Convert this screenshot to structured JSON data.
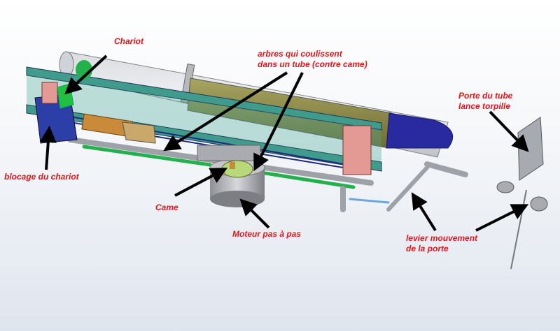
{
  "labels": {
    "chariot": "Chariot",
    "arbres_line1": "arbres qui coulissent",
    "arbres_line2": "dans un tube (contre came)",
    "porte_line1": "Porte du tube",
    "porte_line2": "lance torpille",
    "blocage": "blocage du chariot",
    "came": "Came",
    "moteur": "Moteur pas à pas",
    "levier_line1": "levier mouvement",
    "levier_line2": "de la porte"
  },
  "colors": {
    "label": "#e8141a",
    "plate": "#3f9c8c",
    "torpedo_body": "#8c8a4a",
    "torpedo_nose": "#2a2aa0",
    "block": "#e49a94",
    "carriage_block": "#2c3ea8",
    "cam": "#b8d87a",
    "rod_green": "#22b14c"
  }
}
